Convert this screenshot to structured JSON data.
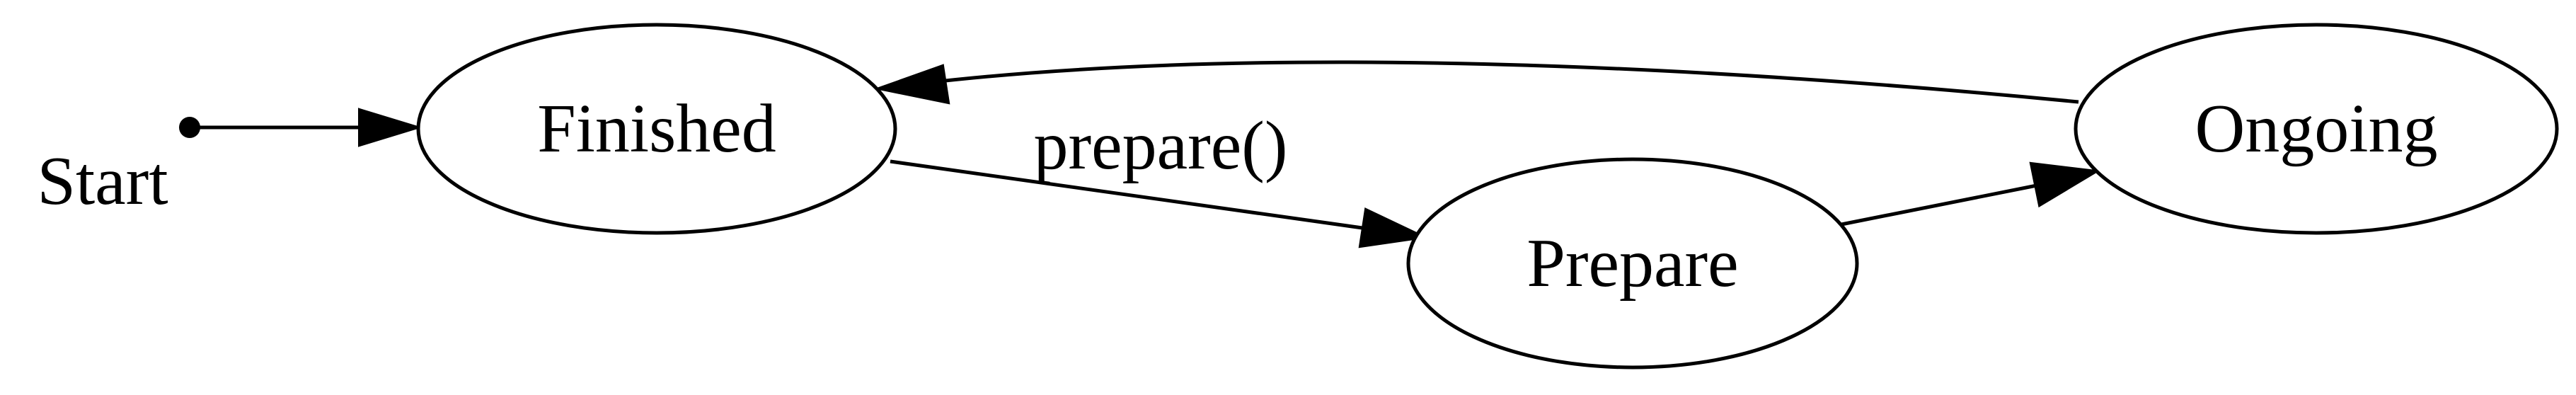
{
  "diagram": {
    "type": "state-machine",
    "start": {
      "label": "Start"
    },
    "nodes": {
      "finished": {
        "label": "Finished"
      },
      "prepare": {
        "label": "Prepare"
      },
      "ongoing": {
        "label": "Ongoing"
      }
    },
    "edges": [
      {
        "from": "start",
        "to": "finished",
        "label": ""
      },
      {
        "from": "finished",
        "to": "prepare",
        "label": "prepare()"
      },
      {
        "from": "prepare",
        "to": "ongoing",
        "label": ""
      },
      {
        "from": "ongoing",
        "to": "finished",
        "label": ""
      }
    ]
  }
}
